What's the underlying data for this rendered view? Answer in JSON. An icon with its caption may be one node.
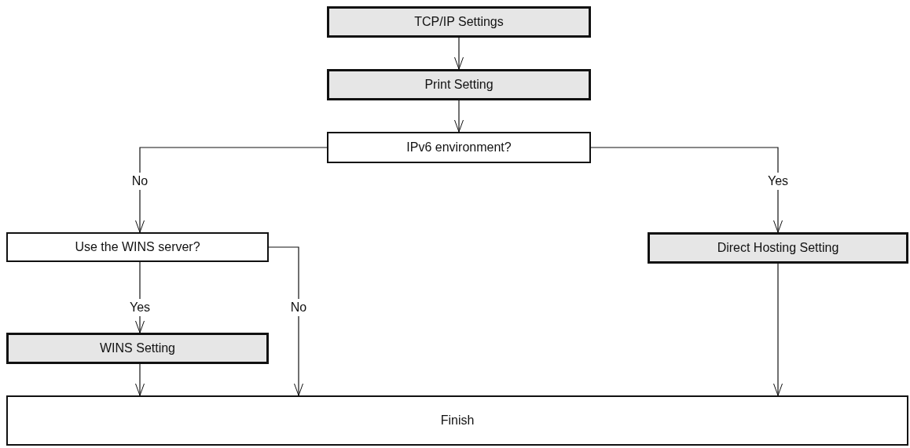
{
  "diagram": {
    "nodes": [
      {
        "text": [
          "TCP/IP Settings"
        ]
      },
      {
        "text": [
          "Print Setting"
        ]
      },
      {
        "text": [
          "IPv6 environment?"
        ]
      },
      {
        "text": [
          "Use the WINS server?"
        ]
      },
      {
        "text": [
          "Direct Hosting Setting"
        ]
      },
      {
        "text": [
          "WINS Setting"
        ]
      },
      {
        "text": [
          "Finish"
        ]
      }
    ],
    "edges": [
      {
        "from": 0,
        "to": 1,
        "arrow": "to"
      },
      {
        "from": 1,
        "to": 2,
        "arrow": "to"
      },
      {
        "from": 2,
        "to": 3,
        "arrow": "to",
        "label": "No"
      },
      {
        "from": 2,
        "to": 4,
        "arrow": "to",
        "label": "Yes"
      },
      {
        "from": 3,
        "to": 5,
        "arrow": "to",
        "label": "Yes"
      },
      {
        "from": 3,
        "to": 6,
        "arrow": "to",
        "label": "No"
      },
      {
        "from": 5,
        "to": 6,
        "arrow": "to"
      },
      {
        "from": 4,
        "to": 6,
        "arrow": "to"
      }
    ]
  }
}
